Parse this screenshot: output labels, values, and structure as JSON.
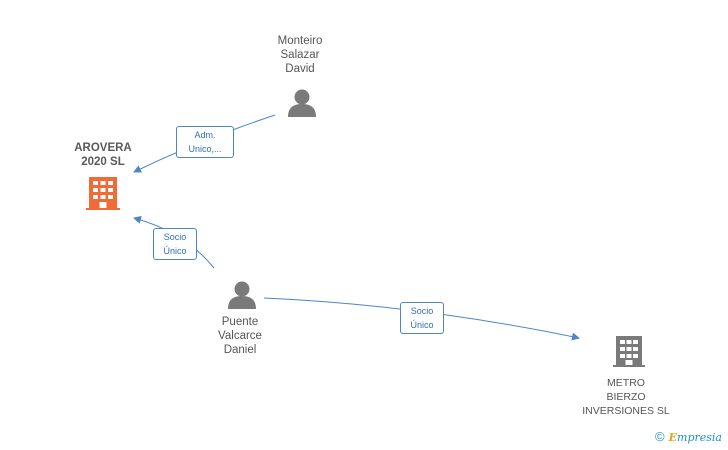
{
  "nodes": {
    "arovera": {
      "label": "AROVERA\n2020  SL",
      "icon": "building-icon",
      "color": "#f26a35"
    },
    "monteiro": {
      "label": "Monteiro\nSalazar\nDavid",
      "icon": "person-icon",
      "color": "#7a7a7a"
    },
    "puente": {
      "label": "Puente\nValcarce\nDaniel",
      "icon": "person-icon",
      "color": "#7a7a7a"
    },
    "metro": {
      "label": "METRO\nBIERZO\nINVERSIONES SL",
      "icon": "building-icon",
      "color": "#7a7a7a"
    }
  },
  "edges": {
    "monteiro_arovera": {
      "label": "Adm.\nUnico,..."
    },
    "puente_arovera": {
      "label": "Socio\nÚnico"
    },
    "puente_metro": {
      "label": "Socio\nÚnico"
    }
  },
  "footer": {
    "copyright_symbol": "©",
    "brand_initial": "E",
    "brand_rest": "mpresia"
  },
  "colors": {
    "edge": "#4a86c8"
  }
}
